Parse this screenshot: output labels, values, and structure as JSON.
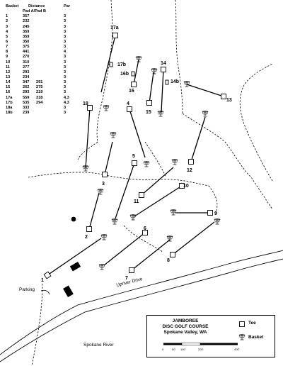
{
  "scorecard": {
    "headers": {
      "basket": "Basket",
      "distance": "Distance",
      "pad_a_pad_b": "Pad A/Pad B",
      "par": "Par"
    },
    "rows": [
      {
        "hole": "1",
        "pad_a": "357",
        "pad_b": "",
        "par": "3"
      },
      {
        "hole": "2",
        "pad_a": "232",
        "pad_b": "",
        "par": "3"
      },
      {
        "hole": "3",
        "pad_a": "245",
        "pad_b": "",
        "par": "3"
      },
      {
        "hole": "4",
        "pad_a": "359",
        "pad_b": "",
        "par": "3"
      },
      {
        "hole": "5",
        "pad_a": "359",
        "pad_b": "",
        "par": "3"
      },
      {
        "hole": "6",
        "pad_a": "350",
        "pad_b": "",
        "par": "3"
      },
      {
        "hole": "7",
        "pad_a": "375",
        "pad_b": "",
        "par": "3"
      },
      {
        "hole": "8",
        "pad_a": "441",
        "pad_b": "",
        "par": "4"
      },
      {
        "hole": "9",
        "pad_a": "270",
        "pad_b": "",
        "par": "3"
      },
      {
        "hole": "10",
        "pad_a": "310",
        "pad_b": "",
        "par": "3"
      },
      {
        "hole": "11",
        "pad_a": "277",
        "pad_b": "",
        "par": "3"
      },
      {
        "hole": "12",
        "pad_a": "293",
        "pad_b": "",
        "par": "3"
      },
      {
        "hole": "13",
        "pad_a": "234",
        "pad_b": "",
        "par": "3"
      },
      {
        "hole": "14",
        "pad_a": "347",
        "pad_b": "291",
        "par": "3"
      },
      {
        "hole": "15",
        "pad_a": "262",
        "pad_b": "275",
        "par": "3"
      },
      {
        "hole": "16",
        "pad_a": "293",
        "pad_b": "219",
        "par": "3"
      },
      {
        "hole": "17a",
        "pad_a": "559",
        "pad_b": "318",
        "par": "4,3"
      },
      {
        "hole": "17b",
        "pad_a": "535",
        "pad_b": "294",
        "par": "4,3"
      },
      {
        "hole": "18a",
        "pad_a": "333",
        "pad_b": "",
        "par": "3"
      },
      {
        "hole": "18b",
        "pad_a": "239",
        "pad_b": "",
        "par": "3"
      }
    ]
  },
  "map": {
    "hole_labels": [
      "1",
      "2",
      "3",
      "4",
      "5",
      "6",
      "7",
      "8",
      "9",
      "10",
      "11",
      "12",
      "13",
      "14",
      "15",
      "16",
      "17a",
      "18"
    ],
    "alt_pad_labels": {
      "h17b": "17b",
      "h16b": "16b",
      "h14b": "14b"
    },
    "place_labels": {
      "parking": "Parking",
      "road": "Upriver Drive",
      "river": "Spokane River"
    }
  },
  "legend": {
    "title_lines": [
      "JAMBOREE",
      "DISC GOLF COURSE",
      "Spokane Valley, WA"
    ],
    "tee_label": "Tee",
    "basket_label": "Basket",
    "scale_ticks": [
      "0",
      "50'",
      "100'",
      "200'",
      "400'"
    ]
  },
  "colors": {
    "ink": "#000000",
    "paper": "#ffffff"
  },
  "icons": {
    "tee": "square-tee-icon",
    "basket": "disc-golf-basket-icon"
  }
}
